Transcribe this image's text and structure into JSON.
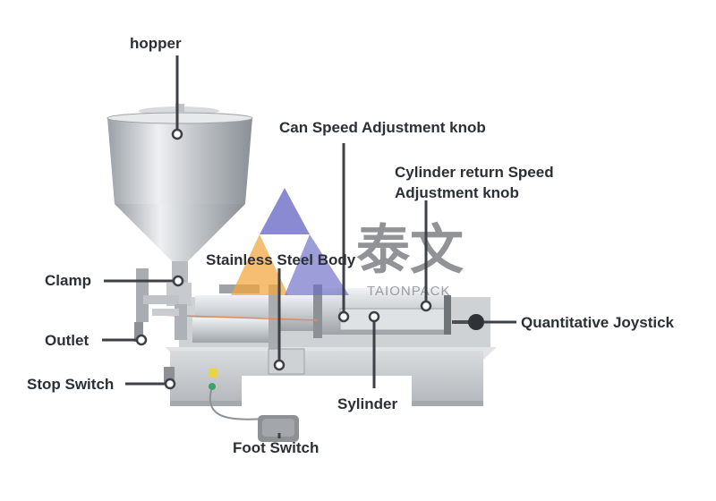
{
  "diagram": {
    "labels": {
      "hopper": "hopper",
      "can_speed_knob": "Can Speed Adjustment knob",
      "cylinder_return_line1": "Cylinder return Speed",
      "cylinder_return_line2": "Adjustment knob",
      "stainless_body": "Stainless Steel Body",
      "clamp": "Clamp",
      "outlet": "Outlet",
      "stop_switch": "Stop Switch",
      "quantitative_joystick": "Quantitative Joystick",
      "sylinder": "Sylinder",
      "foot_switch": "Foot Switch"
    },
    "watermark": {
      "chinese": "泰文",
      "latin": "TAIONPACK"
    },
    "colors": {
      "label_text": "#2b2f36",
      "leader_line": "#3d4046",
      "steel_light": "#e6e8ea",
      "steel_mid": "#b9bdc2",
      "steel_dark": "#8a9096",
      "watermark_purple": "#6f6fc8",
      "watermark_orange": "#f3a53b",
      "watermark_gray": "#6b6e72"
    }
  }
}
